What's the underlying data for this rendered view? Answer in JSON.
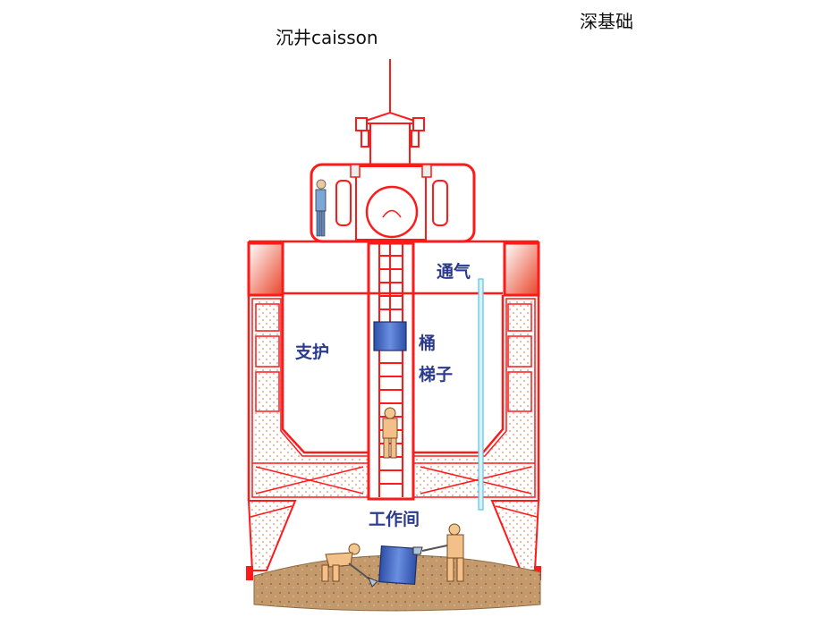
{
  "header": {
    "title": "沉井caisson",
    "corner_label": "深基础"
  },
  "labels": {
    "ventilation": "通气",
    "support": "支护",
    "bucket": "桶",
    "ladder": "梯子",
    "work_chamber": "工作间"
  },
  "colors": {
    "structure": "#ff1a1a",
    "hatch": "#f4a58a",
    "bucket": "#3f64c6",
    "vent_pipe": "#6ecbe8",
    "soil": "#c49a6c",
    "label_text": "#2b3a8c"
  }
}
